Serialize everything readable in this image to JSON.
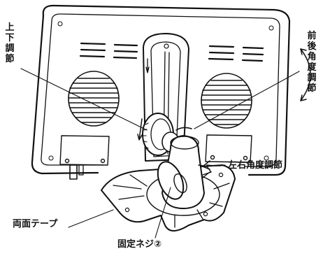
{
  "labels": {
    "tilt_updown": "上下調節",
    "tilt_frontback": "前後角度調節",
    "swivel_leftright": "左右角度調節",
    "double_sided_tape": "両面テープ",
    "fixing_screw": "固定ネジ②"
  }
}
